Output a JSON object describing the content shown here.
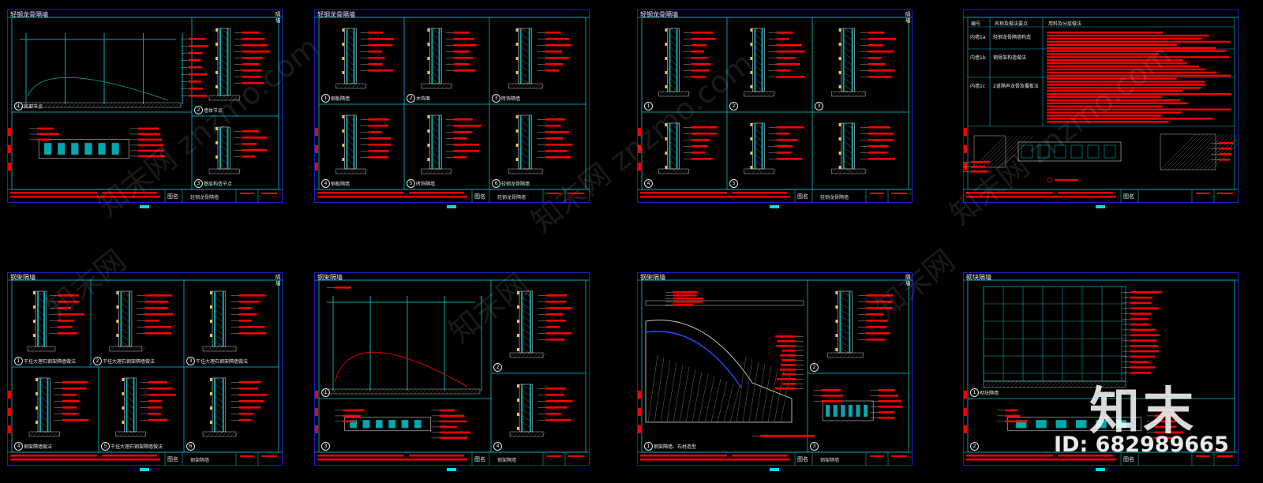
{
  "sheets": [
    {
      "title": "轻钢龙骨隔墙",
      "tb_label": "图名",
      "tb_name": "轻钢龙骨隔墙",
      "side_title": "隔墙",
      "details": [
        {
          "n": "1",
          "label": "底部节点"
        },
        {
          "n": "2",
          "label": "墙体节点"
        },
        {
          "n": "3",
          "label": "基层构造节点"
        }
      ]
    },
    {
      "title": "轻钢龙骨隔墙",
      "tb_label": "图名",
      "tb_name": "轻钢龙骨隔墙",
      "side_title": "",
      "details": [
        {
          "n": "1",
          "label": "钢板隔墙"
        },
        {
          "n": "2",
          "label": "木饰面"
        },
        {
          "n": "3",
          "label": "砖饰隔墙"
        },
        {
          "n": "4",
          "label": "钢板隔墙"
        },
        {
          "n": "5",
          "label": "砖饰隔墙"
        },
        {
          "n": "6",
          "label": "轻钢龙骨隔墙"
        }
      ]
    },
    {
      "title": "轻钢龙骨隔墙",
      "tb_label": "图名",
      "tb_name": "轻钢龙骨隔墙",
      "side_title": "隔墙",
      "details": [
        {
          "n": "1",
          "label": ""
        },
        {
          "n": "2",
          "label": ""
        },
        {
          "n": "3",
          "label": ""
        },
        {
          "n": "4",
          "label": ""
        },
        {
          "n": "5",
          "label": ""
        }
      ]
    },
    {
      "title": "",
      "tb_label": "图名",
      "tb_name": "",
      "side_title": "",
      "table": {
        "headers": [
          "编号",
          "名称及做法要点",
          "用料及分层做法"
        ],
        "rows": [
          [
            "内墙1a",
            "轻钢龙骨隔墙构造",
            ""
          ],
          [
            "内墙1b",
            "钢骨架构造做法",
            ""
          ],
          [
            "内墙1c",
            "2道隔声龙骨及覆板法",
            ""
          ]
        ]
      }
    },
    {
      "title": "钢架隔墙",
      "tb_label": "图名",
      "tb_name": "钢架隔墙",
      "side_title": "隔墙",
      "details": [
        {
          "n": "1",
          "label": "干挂大理石钢架隔墙做法"
        },
        {
          "n": "2",
          "label": "干挂大理石钢架隔墙做法"
        },
        {
          "n": "3",
          "label": "干挂大理石钢架隔墙做法"
        },
        {
          "n": "4",
          "label": "钢架隔墙做法"
        },
        {
          "n": "5",
          "label": "干挂大理石钢架隔墙做法"
        },
        {
          "n": "6",
          "label": ""
        }
      ]
    },
    {
      "title": "钢架隔墙",
      "tb_label": "图名",
      "tb_name": "钢架隔墙",
      "side_title": "",
      "details": [
        {
          "n": "1",
          "label": ""
        },
        {
          "n": "2",
          "label": ""
        },
        {
          "n": "3",
          "label": ""
        },
        {
          "n": "4",
          "label": ""
        }
      ]
    },
    {
      "title": "钢架隔墙",
      "tb_label": "图名",
      "tb_name": "钢架隔墙",
      "side_title": "隔墙",
      "details": [
        {
          "n": "1",
          "label": "钢架隔墙、石材造型"
        },
        {
          "n": "2",
          "label": ""
        },
        {
          "n": "3",
          "label": ""
        }
      ]
    },
    {
      "title": "砌块隔墙",
      "tb_label": "图名",
      "tb_name": "",
      "side_title": "",
      "details": [
        {
          "n": "1",
          "label": "砌块隔墙"
        },
        {
          "n": "2",
          "label": ""
        }
      ]
    }
  ],
  "watermarks": [
    "知末网 znzmo.com",
    "知末网 znzmo.com",
    "知末网 znzmo.com",
    "知末网",
    "知末网",
    "知末网"
  ],
  "brand": {
    "logo_text": "知末",
    "id_text": "ID: 682989665"
  },
  "colors": {
    "border": "#00b4c8",
    "frame": "#1e1ec8",
    "annotation": "#ff0000",
    "text": "#e8e8e8",
    "marker": "#00e0e0"
  }
}
